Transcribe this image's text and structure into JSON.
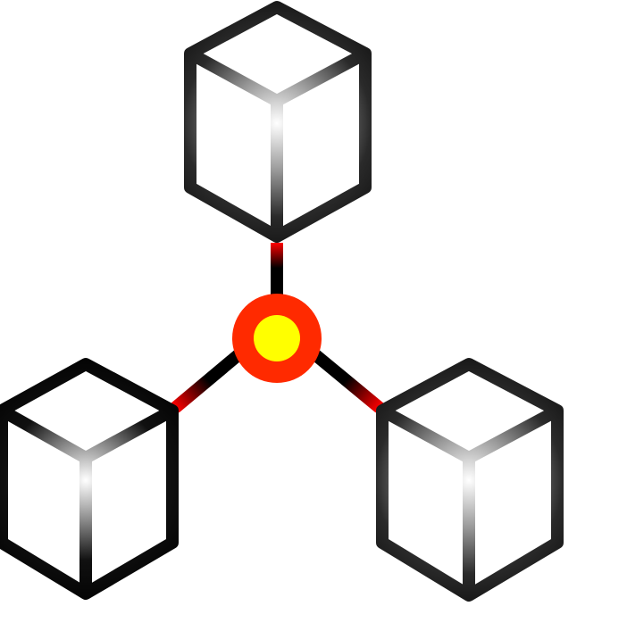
{
  "diagram": {
    "type": "network-hub",
    "background": "#ffffff",
    "colors": {
      "hub_outer": "#ff2a00",
      "hub_inner": "#ffff00",
      "connector_near_hub": "#000000",
      "connector_near_node": "#ff0000",
      "cube_stroke_dark": "#000000",
      "cube_stroke_light": "#ffffff",
      "cube_fill": "#ffffff"
    },
    "hub": {
      "name": "central-hub-node"
    },
    "nodes": [
      {
        "name": "cube-node-top"
      },
      {
        "name": "cube-node-left"
      },
      {
        "name": "cube-node-right"
      }
    ]
  }
}
